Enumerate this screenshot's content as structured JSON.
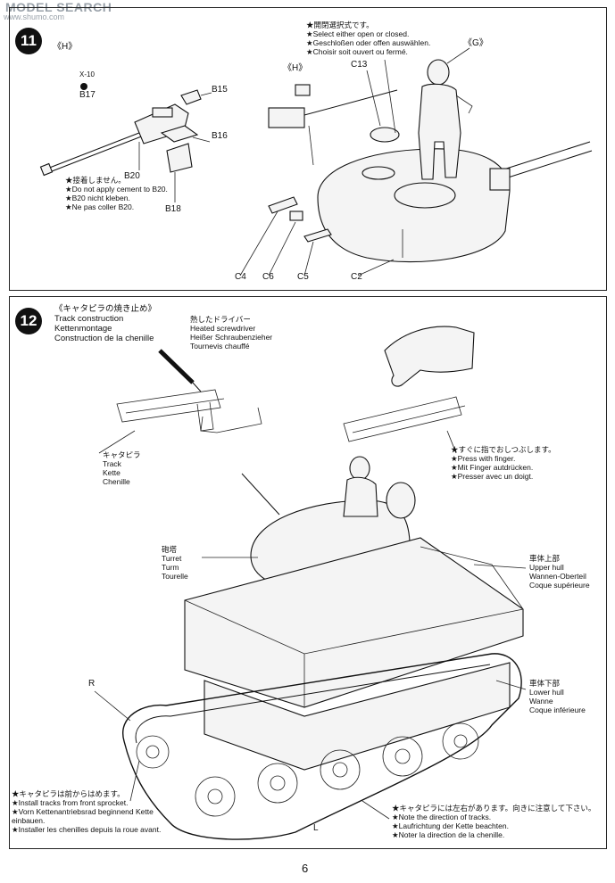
{
  "watermark": {
    "text": "MODEL SEARCH",
    "subtext": "www.shumo.com"
  },
  "step11": {
    "number": "11",
    "variant_left": "《H》",
    "parts": {
      "x10": "X-10",
      "b17": "B17",
      "b15": "B15",
      "b16": "B16",
      "b18": "B18",
      "b20": "B20",
      "h": "《H》",
      "c13": "C13",
      "g": "《G》",
      "c4": "C4",
      "c6": "C6",
      "c5": "C5",
      "c2": "C2"
    },
    "note_cement": [
      "★接着しません。",
      "★Do not apply cement to B20.",
      "★B20 nicht kleben.",
      "★Ne pas coller B20."
    ],
    "note_hatch": [
      "★開閉選択式です。",
      "★Select either open or closed.",
      "★Geschloßen oder offen auswählen.",
      "★Choisir soit ouvert ou fermé."
    ]
  },
  "step12": {
    "number": "12",
    "title": [
      "《キャタピラの焼き止め》",
      "Track construction",
      "Kettenmontage",
      "Construction de la chenille"
    ],
    "screwdriver": [
      "熱したドライバー",
      "Heated screwdriver",
      "Heißer Schraubenzieher",
      "Tournevis chauffé"
    ],
    "track": [
      "キャタピラ",
      "Track",
      "Kette",
      "Chenille"
    ],
    "press": [
      "★すぐに指でおしつぶします。",
      "★Press with finger.",
      "★Mit Finger autdrücken.",
      "★Presser avec un doigt."
    ],
    "turret": [
      "砲塔",
      "Turret",
      "Turm",
      "Tourelle"
    ],
    "upper_hull": [
      "車体上部",
      "Upper hull",
      "Wannen-Oberteil",
      "Coque supérieure"
    ],
    "lower_hull": [
      "車体下部",
      "Lower hull",
      "Wanne",
      "Coque inférieure"
    ],
    "right": "R",
    "left": "L",
    "install": [
      "★キャタピラは前からはめます。",
      "★Install tracks from front sprocket.",
      "★Vorn Kettenantriebsrad beginnend Kette",
      "einbauen.",
      "★Installer les chenilles depuis la roue avant."
    ],
    "direction": [
      "★キャタピラには左右があります。向きに注意して下さい。",
      "★Note the direction of tracks.",
      "★Laufrichtung der Kette beachten.",
      "★Noter la direction de la chenille."
    ]
  },
  "page_number": "6"
}
